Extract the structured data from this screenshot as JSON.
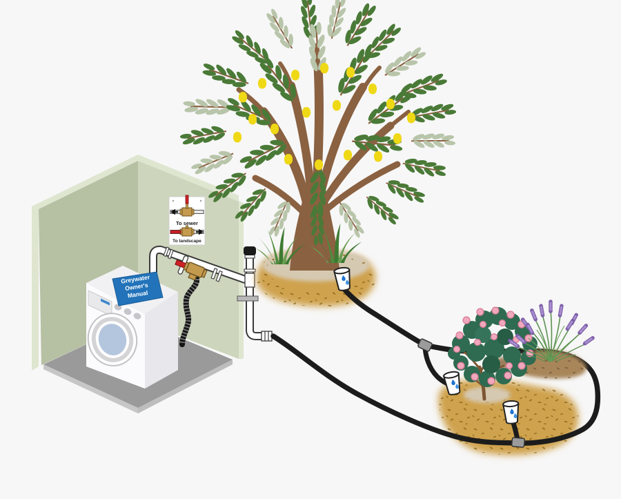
{
  "sign": {
    "to_sewer_label": "To sewer",
    "to_landscape_label": "To landscape"
  },
  "manual": {
    "line1": "Greywater",
    "line2": "Owner's",
    "line3": "Manual"
  },
  "icons": {
    "sign_top": "three-way-valve-handle-up-arrow-left-icon",
    "sign_bottom": "three-way-valve-handle-left-arrow-right-icon",
    "outlet_drops": "water-drops-icon",
    "vent_cap": "pipe-vent-cap-icon"
  },
  "colors": {
    "background": "#f7f7f7",
    "wall_left": "#b6c0a3",
    "wall_right": "#cdd5bc",
    "wall_trim": "#dee6d0",
    "floor": "#9a9a9b",
    "floor_edge": "#c6c6c7",
    "washer_front": "#fbfbfd",
    "washer_side": "#e8e8ec",
    "washer_top": "#f1f1f4",
    "door_glass": "#b4c5de",
    "manual_blue": "#2273b9",
    "valve_brass": "#c49a4e",
    "valve_handle_red": "#cf2026",
    "hose_black": "#1c1c1c",
    "mulch_tan": "#cfa24e",
    "soil_beige": "#d6c9b2",
    "soil_brown": "#a8865a",
    "leaf_dark": "#4a7a37",
    "leaf_pale": "#b8c5aa",
    "lemon_yellow": "#efd816",
    "trunk_brown": "#8a6141",
    "rose_leaf": "#2e6b51",
    "rose_pink": "#f0a8bc",
    "lavender_purple": "#7e5fa8",
    "water_drop_blue": "#1d74d2"
  }
}
